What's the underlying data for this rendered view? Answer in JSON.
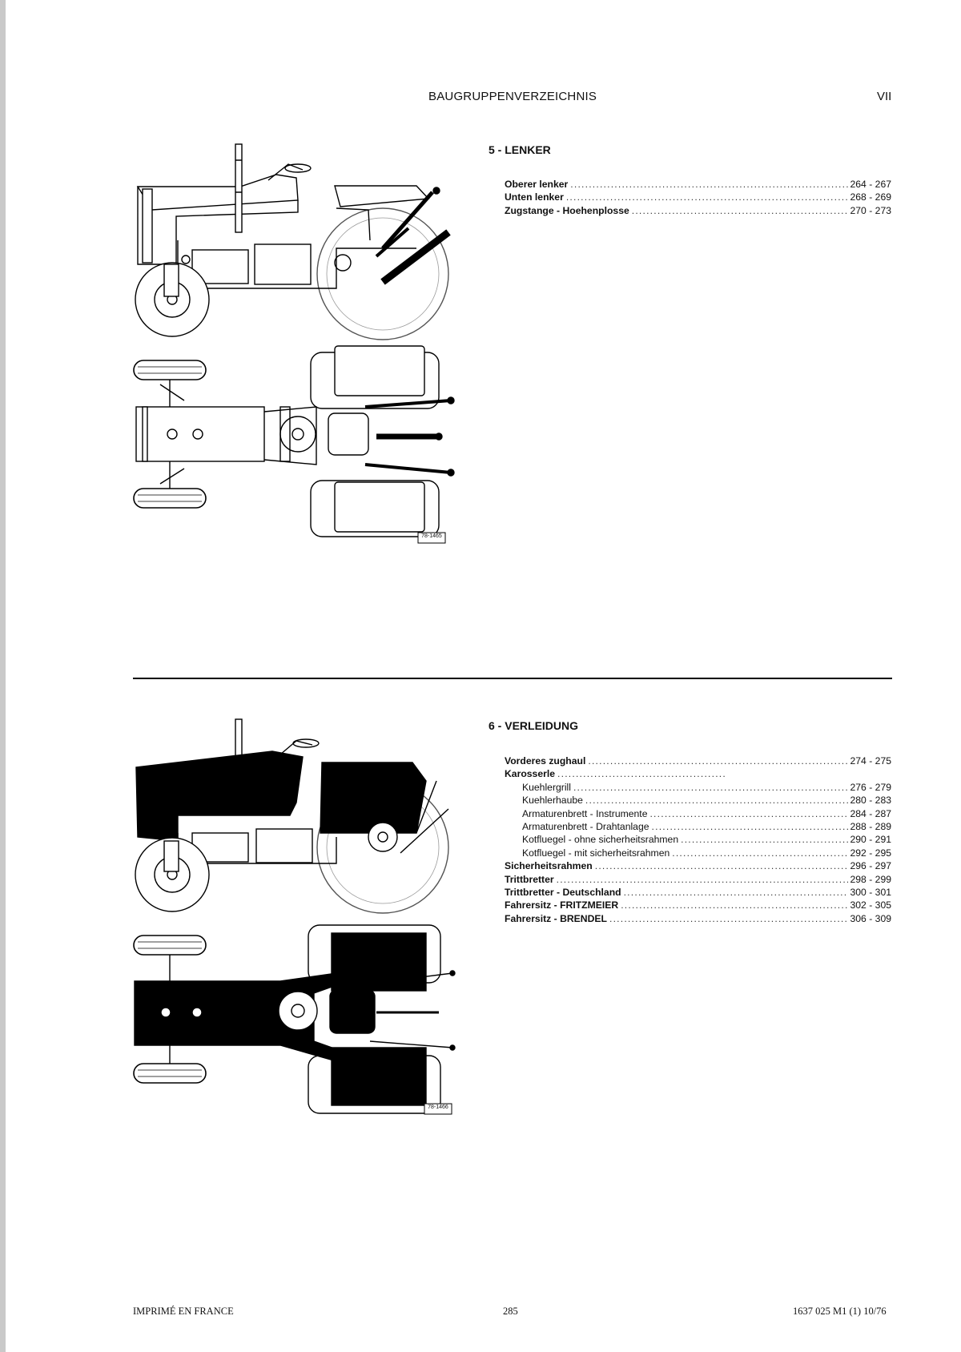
{
  "header": {
    "title": "BAUGRUPPENVERZEICHNIS",
    "page_roman": "VII"
  },
  "sections": [
    {
      "title": "5 - LENKER",
      "entries": [
        {
          "label": "Oberer lenker",
          "pages": "264 - 267",
          "bold": true
        },
        {
          "label": "Unten lenker",
          "pages": "268 - 269",
          "bold": true
        },
        {
          "label": "Zugstange  -  Hoehenplosse",
          "pages": "270 - 273",
          "bold": true
        }
      ],
      "figure_ref": "78-1465"
    },
    {
      "title": "6 - VERLEIDUNG",
      "entries": [
        {
          "label": "Vorderes zughaul",
          "pages": "274 - 275",
          "bold": true
        },
        {
          "label": "Karosserle",
          "pages": "",
          "bold": true
        },
        {
          "label": "Kuehlergrill",
          "pages": "276 - 279",
          "indent": true
        },
        {
          "label": "Kuehlerhaube",
          "pages": "280 - 283",
          "indent": true
        },
        {
          "label": "Armaturenbrett  -  Instrumente",
          "pages": "284 - 287",
          "indent": true
        },
        {
          "label": "Armaturenbrett  -  Drahtanlage",
          "pages": "288 - 289",
          "indent": true
        },
        {
          "label": "Kotfluegel  -  ohne sicherheitsrahmen",
          "pages": "290 - 291",
          "indent": true
        },
        {
          "label": "Kotfluegel  -  mit sicherheitsrahmen",
          "pages": "292 - 295",
          "indent": true
        },
        {
          "label": "Sicherheitsrahmen",
          "pages": "296 - 297",
          "bold": true
        },
        {
          "label": "Trittbretter",
          "pages": "298 - 299",
          "bold": true
        },
        {
          "label": "Trittbretter  -  Deutschland",
          "pages": "300 - 301",
          "bold": true
        },
        {
          "label": "Fahrersitz  -  FRITZMEIER",
          "pages": "302 - 305",
          "bold": true
        },
        {
          "label": "Fahrersitz  -  BRENDEL",
          "pages": "306 - 309",
          "bold": true
        }
      ],
      "figure_ref": "78-1466"
    }
  ],
  "footer": {
    "left": "IMPRIMÉ EN FRANCE",
    "center": "285",
    "right": "1637 025 M1 (1) 10/76"
  }
}
